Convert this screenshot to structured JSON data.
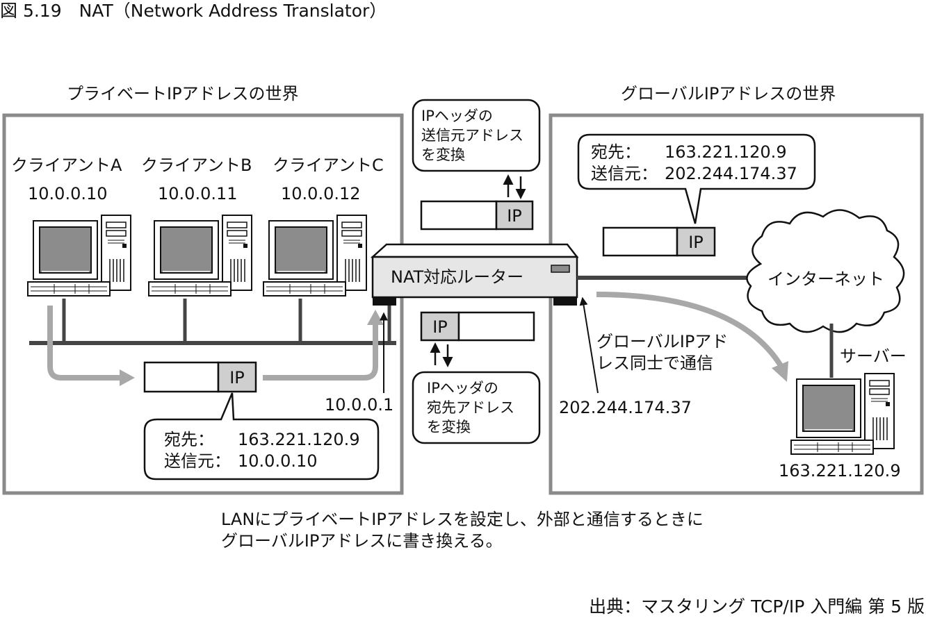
{
  "figure": {
    "title": "図 5.19　NAT（Network Address Translator）",
    "source": "出典：マスタリング TCP/IP 入門編 第 5 版"
  },
  "private_world": {
    "label": "プライベートIPアドレスの世界",
    "clients": [
      {
        "name": "クライアントA",
        "ip": "10.0.0.10"
      },
      {
        "name": "クライアントB",
        "ip": "10.0.0.11"
      },
      {
        "name": "クライアントC",
        "ip": "10.0.0.12"
      }
    ],
    "packet": {
      "ip_label": "IP"
    },
    "callout": {
      "dst_label": "宛先：",
      "dst_value": "163.221.120.9",
      "src_label": "送信元：",
      "src_value": "10.0.0.10"
    },
    "router_lan_ip": "10.0.0.1"
  },
  "router": {
    "label": "NAT対応ルーター"
  },
  "translation": {
    "top_note": [
      "IPヘッダの",
      "送信元アドレス",
      "を変換"
    ],
    "bottom_note": [
      "IPヘッダの",
      "宛先アドレス",
      "を変換"
    ],
    "top_packet_ip": "IP",
    "bottom_packet_ip": "IP"
  },
  "global_world": {
    "label": "グローバルIPアドレスの世界",
    "callout": {
      "dst_label": "宛先：",
      "dst_value": "163.221.120.9",
      "src_label": "送信元：",
      "src_value": "202.244.174.37"
    },
    "packet": {
      "ip_label": "IP"
    },
    "internet_label": "インターネット",
    "note": [
      "グローバルIPアド",
      "レス同士で通信"
    ],
    "router_wan_ip": "202.244.174.37",
    "server": {
      "name": "サーバー",
      "ip": "163.221.120.9"
    }
  },
  "caption": [
    "LANにプライベートIPアドレスを設定し、外部と通信するときに",
    "グローバルIPアドレスに書き換える。"
  ]
}
